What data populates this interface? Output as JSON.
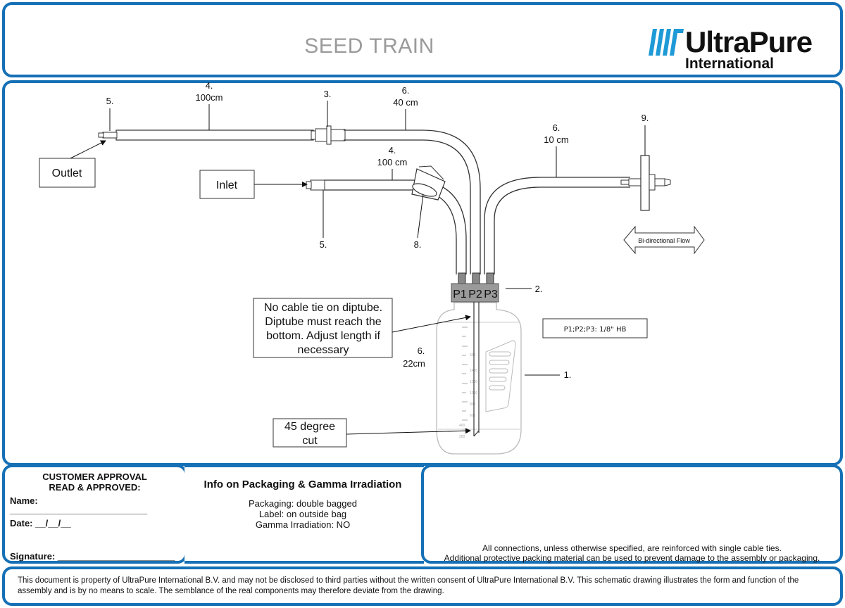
{
  "header": {
    "title": "SEED TRAIN",
    "logo_main": "UltraPure",
    "logo_sub": "International"
  },
  "diagram": {
    "callouts": {
      "c5_top": "5.",
      "c4_top_num": "4.",
      "c4_top_len": "100cm",
      "c3": "3.",
      "c6_top_num": "6.",
      "c6_top_len": "40 cm",
      "c6_right_num": "6.",
      "c6_right_len": "10 cm",
      "c9": "9.",
      "c4_mid_num": "4.",
      "c4_mid_len": "100 cm",
      "c5_bottom": "5.",
      "c8": "8.",
      "c2": "2.",
      "c1": "1.",
      "c6_bottle_num": "6.",
      "c6_bottle_len": "22cm"
    },
    "boxes": {
      "outlet": "Outlet",
      "inlet": "Inlet",
      "diptube_line1": "No cable tie on diptube.",
      "diptube_line2": "Diptube must reach the",
      "diptube_line3": "bottom. Adjust length if",
      "diptube_line4": "necessary",
      "cut_line1": "45 degree",
      "cut_line2": "cut",
      "ports_spec": "P1;P2;P3: 1/8\" HB"
    },
    "ports": [
      "P1",
      "P2",
      "P3"
    ],
    "flow_label": "Bi-directional Flow",
    "bottle_marks": [
      "500",
      "1400",
      "1200",
      "1000",
      "800",
      "600",
      "400",
      "200"
    ]
  },
  "approval": {
    "title_line1": "CUSTOMER APPROVAL",
    "title_line2": "READ & APPROVED:",
    "name_label": "Name:",
    "name_line": "___________________________",
    "date_label": "Date:  __/__/__",
    "signature_label": "Signature: _______________________"
  },
  "info": {
    "title": "Info on Packaging & Gamma Irradiation",
    "packaging": "Packaging: double bagged",
    "label": "Label: on outside bag",
    "gamma": "Gamma Irradiation: NO"
  },
  "notes": {
    "line1": "All connections, unless otherwise specified, are reinforced with single cable ties.",
    "line2": "Additional protective packing material can be used to prevent damage to the assembly or packaging."
  },
  "footer": {
    "text": "This document is property of UltraPure International B.V. and may not be disclosed to third parties without the written consent of UltraPure International B.V. This schematic drawing illustrates the form and function of the assembly and is by no means to scale. The semblance of the real components may therefore deviate from the drawing."
  },
  "colors": {
    "border": "#1570b6",
    "logo_accent": "#1e9ad6",
    "cap": "#9a9a9a"
  }
}
